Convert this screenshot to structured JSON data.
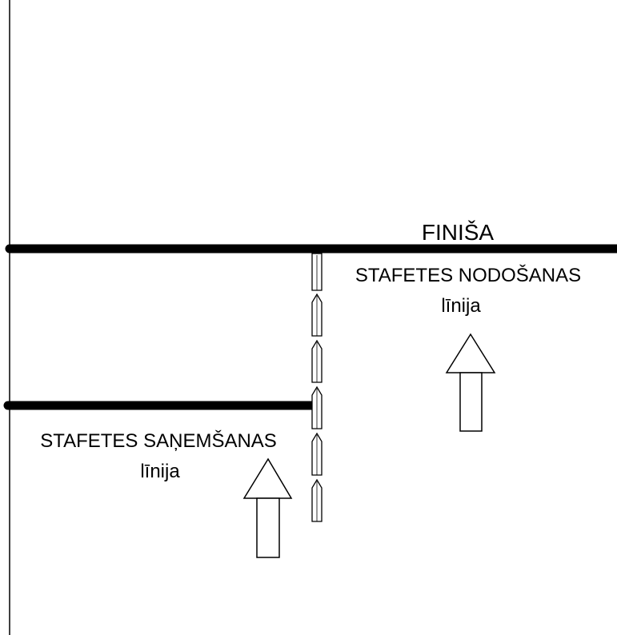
{
  "finish_label": "FINIŠA",
  "handover_label": "STAFETES NODOŠANAS",
  "handover_sublabel": "līnija",
  "receive_label": "STAFETES SAŅEMŠANAS",
  "receive_sublabel": "līnija",
  "colors": {
    "line": "#000000",
    "background": "#ffffff",
    "arrow_fill": "#ffffff"
  }
}
